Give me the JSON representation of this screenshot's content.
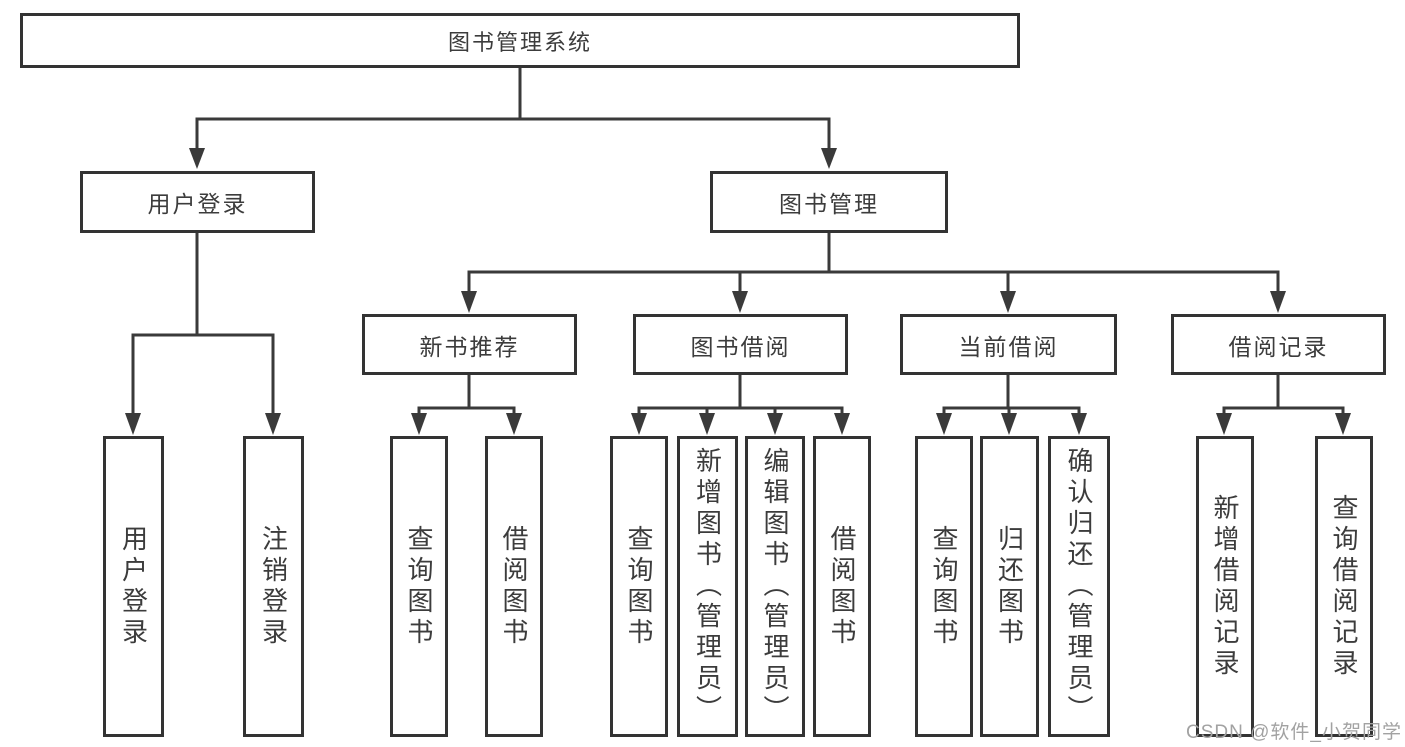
{
  "diagram": {
    "root": "图书管理系统",
    "level2": [
      "用户登录",
      "图书管理"
    ],
    "level3": [
      "新书推荐",
      "图书借阅",
      "当前借阅",
      "借阅记录"
    ],
    "leaves_user_login": [
      "用户登录",
      "注销登录"
    ],
    "leaves_new_book": [
      "查询图书",
      "借阅图书"
    ],
    "leaves_book_borrow": [
      "查询图书",
      "新增图书（管理员）",
      "编辑图书（管理员）",
      "借阅图书"
    ],
    "leaves_current_borrow": [
      "查询图书",
      "归还图书",
      "确认归还（管理员）"
    ],
    "leaves_records": [
      "新增借阅记录",
      "查询借阅记录"
    ]
  },
  "watermark": "CSDN @软件_小贺同学",
  "colors": {
    "line": "#3a3a3a",
    "box_border": "#333333",
    "text": "#3c3c3c",
    "watermark": "#a2a2a2",
    "background": "#ffffff"
  }
}
